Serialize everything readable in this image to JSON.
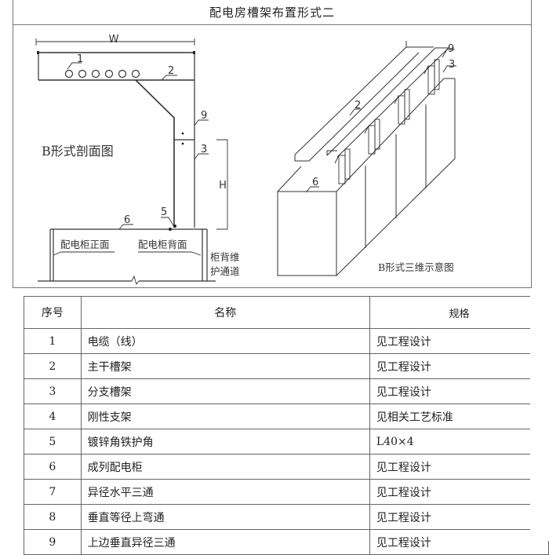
{
  "header": {
    "title": "配电房槽架布置形式二"
  },
  "section_view": {
    "caption": "B形式剖面图",
    "dim_width": "W",
    "dim_height": "H",
    "callouts": [
      "1",
      "2",
      "9",
      "3",
      "5",
      "6"
    ],
    "labels": {
      "cabinet_front": "配电柜正面",
      "cabinet_back": "配电柜背面",
      "maintenance_line1": "柜背维",
      "maintenance_line2": "护通道"
    }
  },
  "iso_view": {
    "caption": "B形式三维示意图",
    "callouts": [
      "9",
      "3",
      "2",
      "6"
    ]
  },
  "table": {
    "headers": {
      "no": "序号",
      "name": "名称",
      "spec": "规格"
    },
    "rows": [
      {
        "no": "1",
        "name": "电缆（线）",
        "spec": "见工程设计"
      },
      {
        "no": "2",
        "name": "主干槽架",
        "spec": "见工程设计"
      },
      {
        "no": "3",
        "name": "分支槽架",
        "spec": "见工程设计"
      },
      {
        "no": "4",
        "name": "刚性支架",
        "spec": "见相关工艺标准"
      },
      {
        "no": "5",
        "name": "镀锌角铁护角",
        "spec": "L40×4"
      },
      {
        "no": "6",
        "name": "成列配电柜",
        "spec": "见工程设计"
      },
      {
        "no": "7",
        "name": "异径水平三通",
        "spec": "见工程设计"
      },
      {
        "no": "8",
        "name": "垂直等径上弯通",
        "spec": "见工程设计"
      },
      {
        "no": "9",
        "name": "上边垂直异径三通",
        "spec": "见工程设计"
      }
    ]
  }
}
